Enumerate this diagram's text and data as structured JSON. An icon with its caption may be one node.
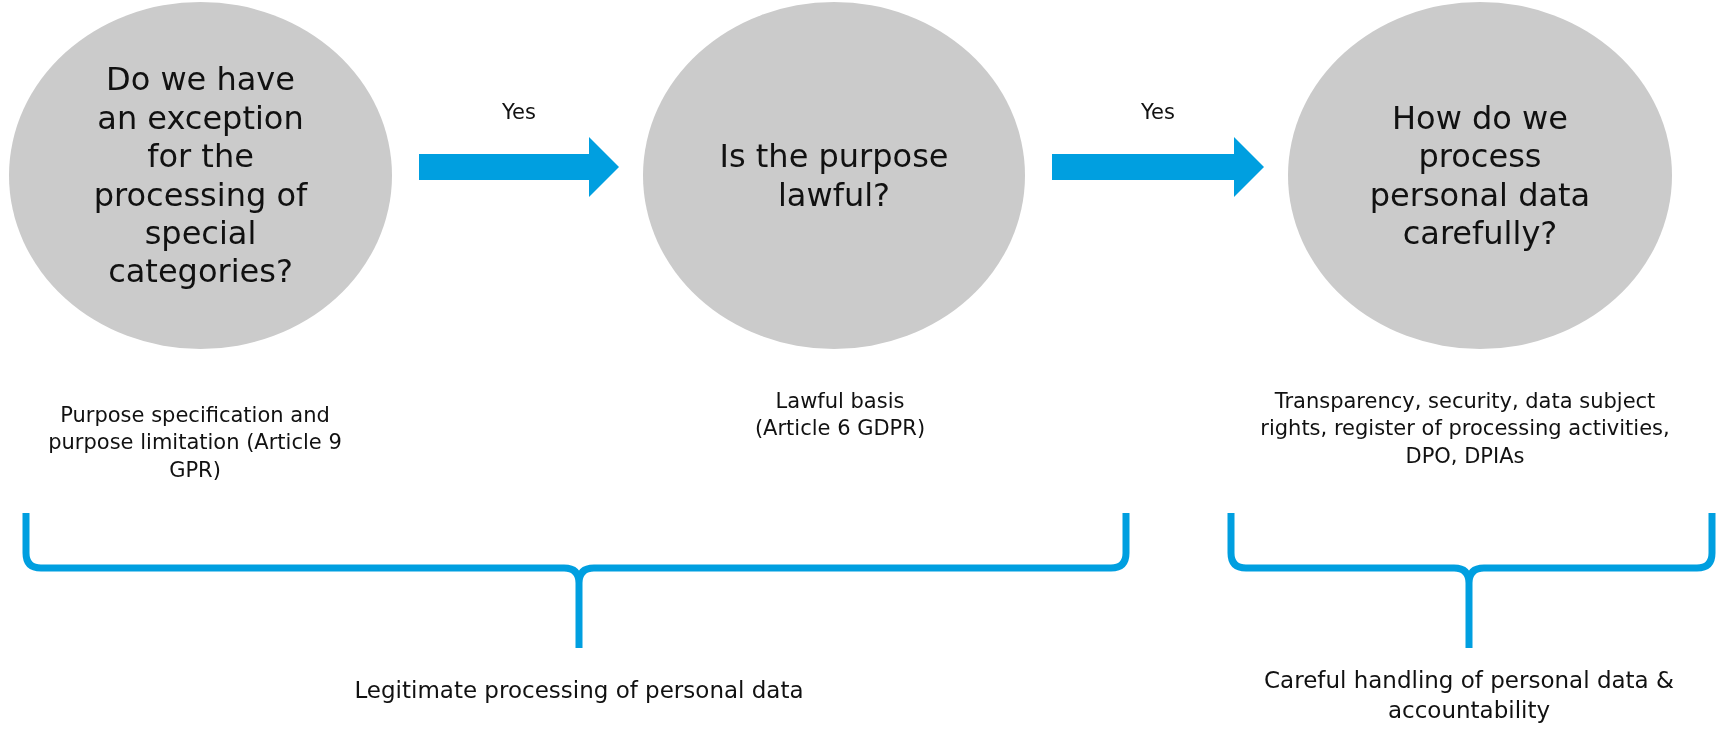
{
  "diagram": {
    "nodes": [
      {
        "text": [
          "Do we have an exception for the processing of special categories?"
        ],
        "beside": [
          "Purpose specification and purpose limitation (Article 9 GPR)"
        ]
      },
      {
        "text": [
          "Is the purpose lawful?"
        ],
        "beside": [
          "Lawful basis (Article 6 GDPR)"
        ]
      },
      {
        "text": [
          "How do we process personal data carefully?"
        ],
        "beside": [
          "Transparency, security, data subject rights, register of processing activities, DPO, DPIAs"
        ]
      }
    ],
    "edges": [
      {
        "from": 0,
        "to": 1,
        "arrow": "to",
        "label": "Yes"
      },
      {
        "from": 1,
        "to": 2,
        "arrow": "to",
        "label": "Yes"
      }
    ],
    "labels": [
      "Legitimate processing of personal data",
      "Careful handling of personal data & accountability"
    ]
  }
}
